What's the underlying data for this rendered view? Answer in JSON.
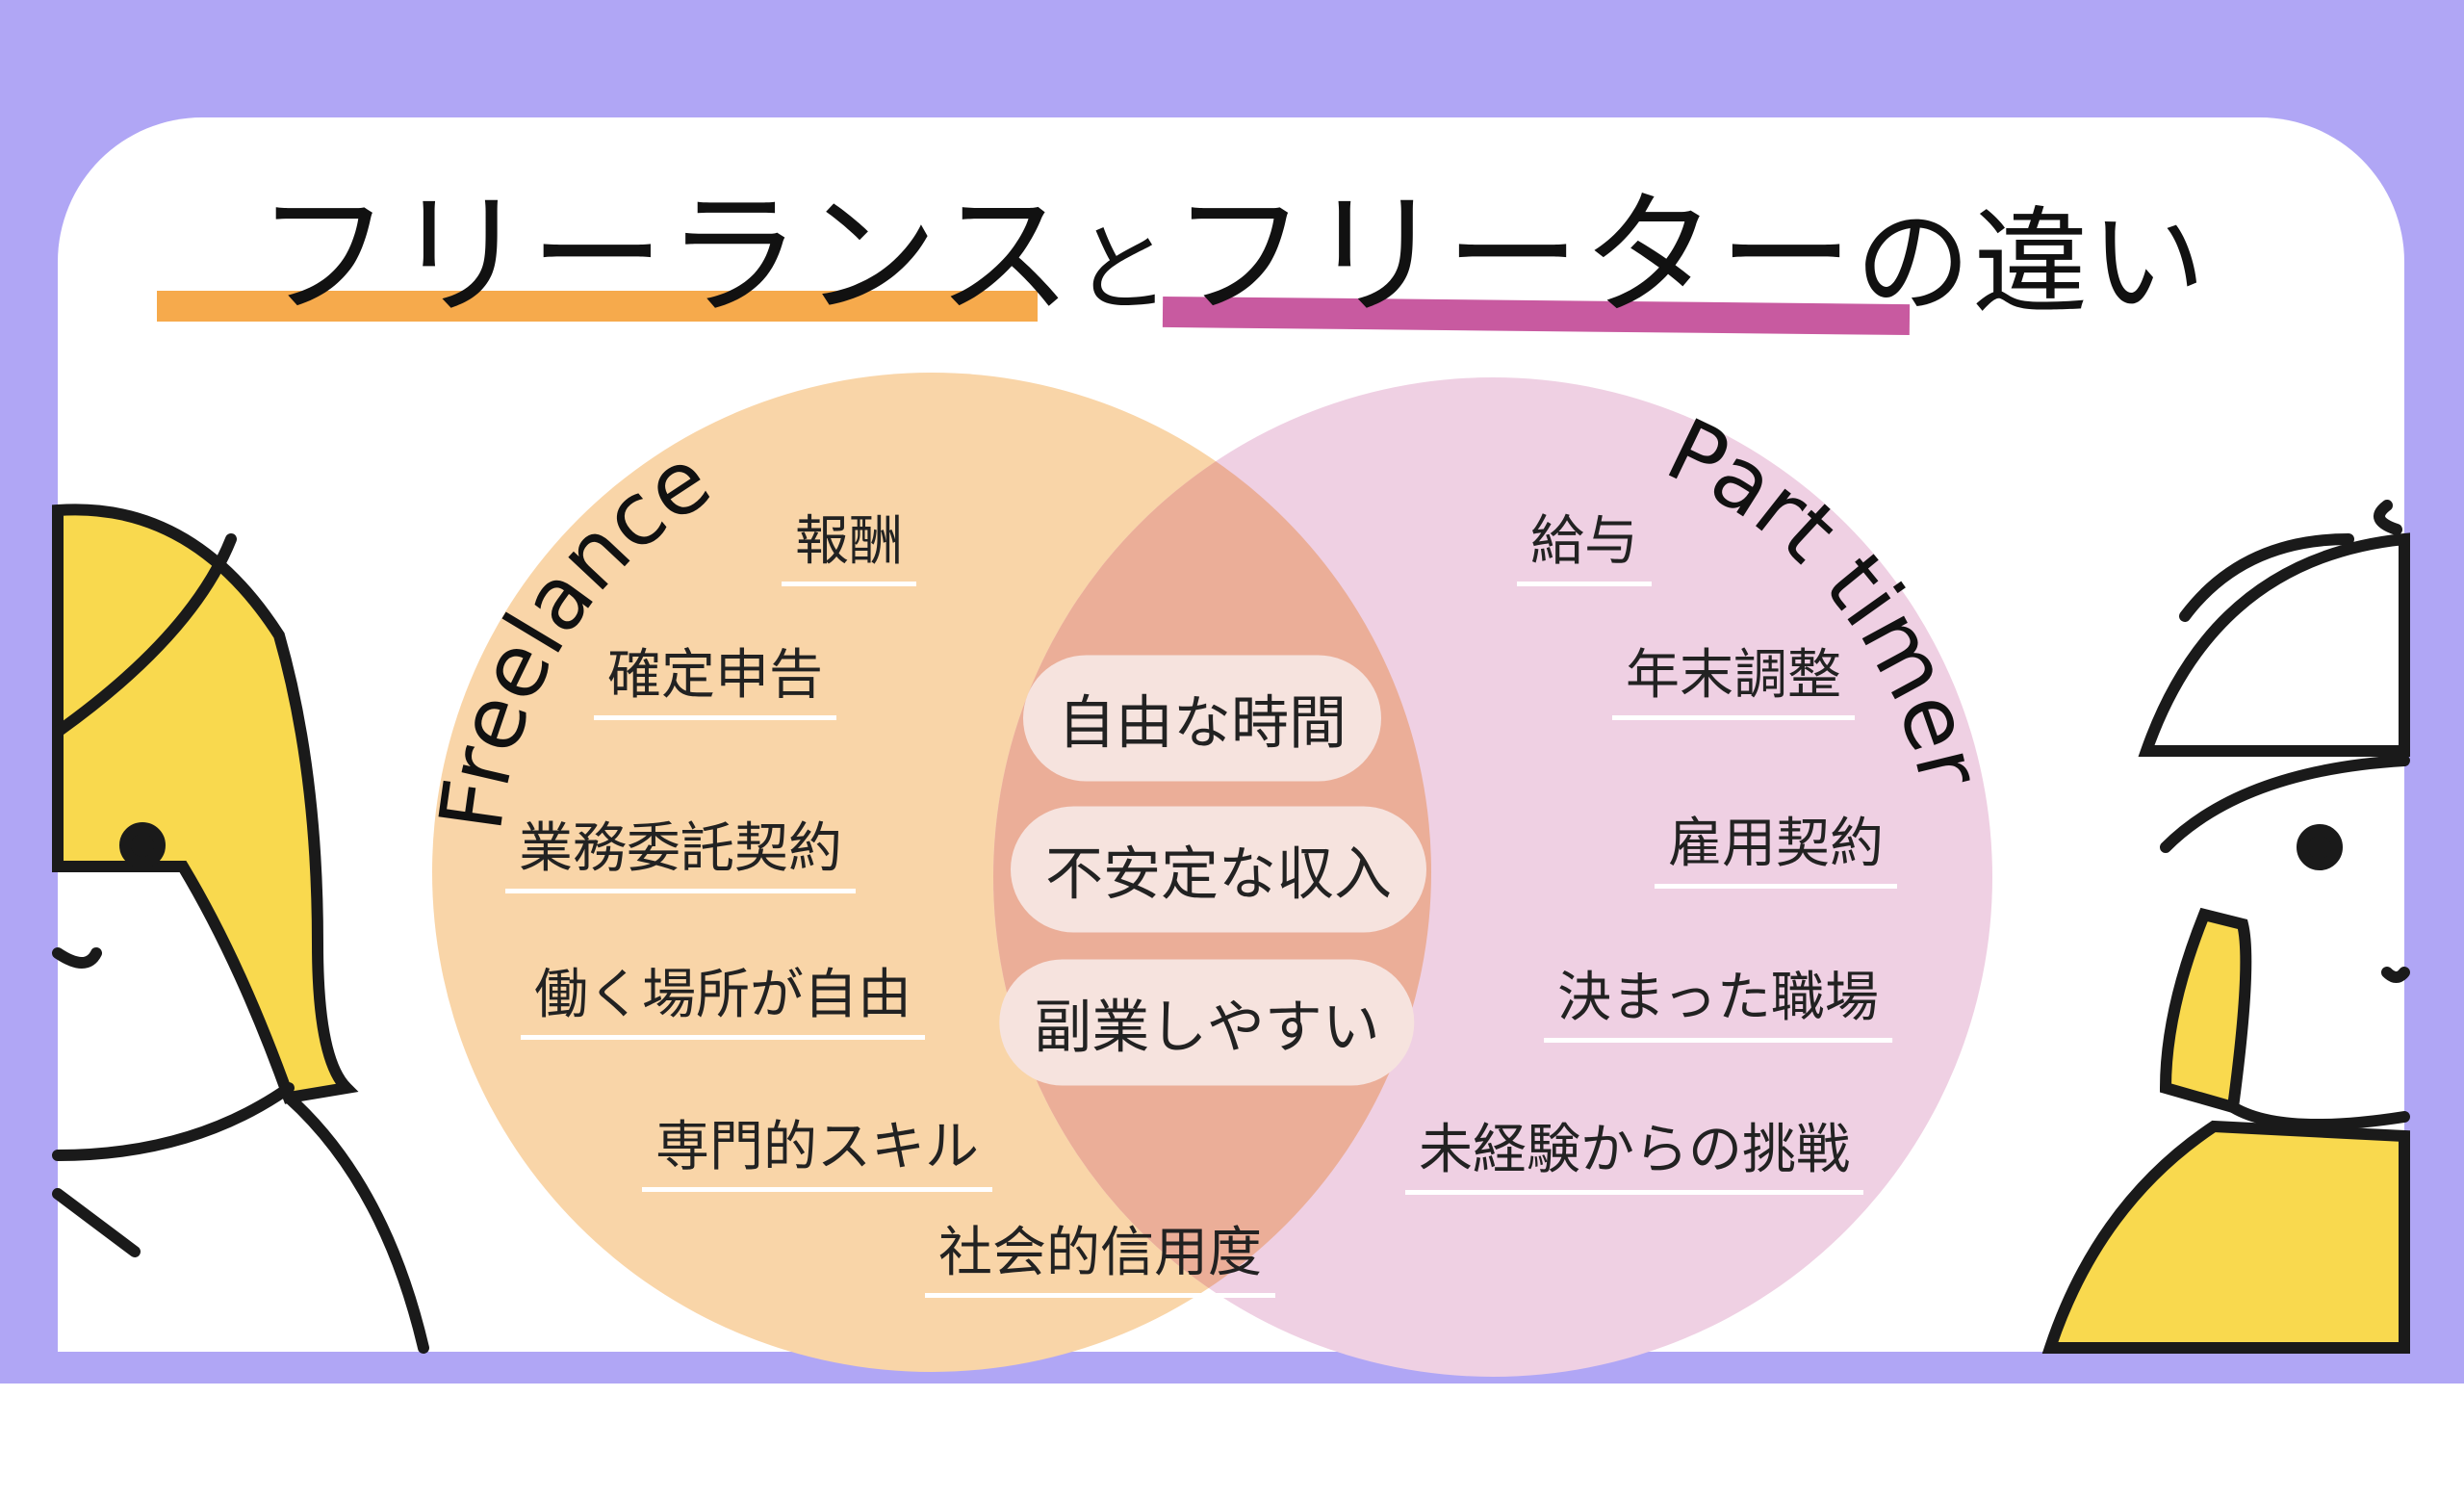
{
  "title": {
    "part1": "フリーランス",
    "part2": "と",
    "part3": "フリーター",
    "part4": "の違い"
  },
  "labels": {
    "freelance": "Freelance",
    "part_timer": "Part timer"
  },
  "freelance_items": [
    "報酬",
    "確定申告",
    "業務委託契約",
    "働く場所が自由",
    "専門的スキル"
  ],
  "shared_bottom": "社会的信用度",
  "common_items": [
    "自由な時間",
    "不安定な収入",
    "副業しやすい"
  ],
  "part_timer_items": [
    "給与",
    "年末調整",
    "雇用契約",
    "決まった職場",
    "未経験からの挑戦"
  ],
  "colors": {
    "background": "#B0A6F5",
    "freelance": "#F9D5A8",
    "part_timer": "#EFD0E3",
    "overlap": "#EBAE98",
    "underline_orange": "#F6AA4C",
    "underline_magenta": "#C85AA0"
  }
}
